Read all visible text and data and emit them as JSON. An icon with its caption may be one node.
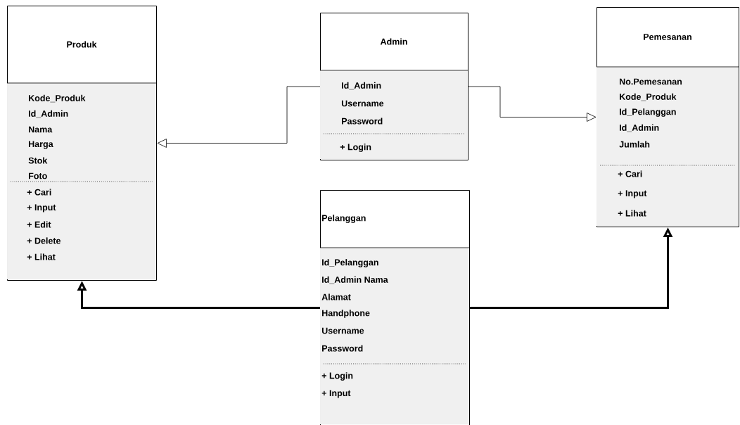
{
  "diagram": {
    "nodes": [
      {
        "text": [
          "Produk",
          "Kode_Produk",
          "Id_Admin",
          "Nama",
          "Harga",
          "Stok",
          "Foto",
          "+ Cari",
          "+ Input",
          "+ Edit",
          "+ Delete",
          "+ Lihat"
        ]
      },
      {
        "text": [
          "Admin",
          "Id_Admin",
          "Username",
          "Password",
          "+ Login"
        ]
      },
      {
        "text": [
          "Pemesanan",
          "No.Pemesanan",
          "Kode_Produk",
          "Id_Pelanggan",
          "Id_Admin",
          "Jumlah",
          "+ Cari",
          "+ Input",
          "+ Lihat"
        ]
      },
      {
        "text": [
          "Pelanggan",
          "Id_Pelanggan",
          "Id_Admin Nama",
          "Alamat",
          "Handphone",
          "Username",
          "Password",
          "+ Login",
          "+ Input"
        ]
      }
    ],
    "edges": [
      {
        "from": 1,
        "to": 0,
        "arrow": "to"
      },
      {
        "from": 1,
        "to": 2,
        "arrow": "to"
      },
      {
        "from": 3,
        "to": 0,
        "arrow": "to",
        "style": "thick"
      },
      {
        "from": 3,
        "to": 2,
        "arrow": "to",
        "style": "thick"
      }
    ]
  }
}
